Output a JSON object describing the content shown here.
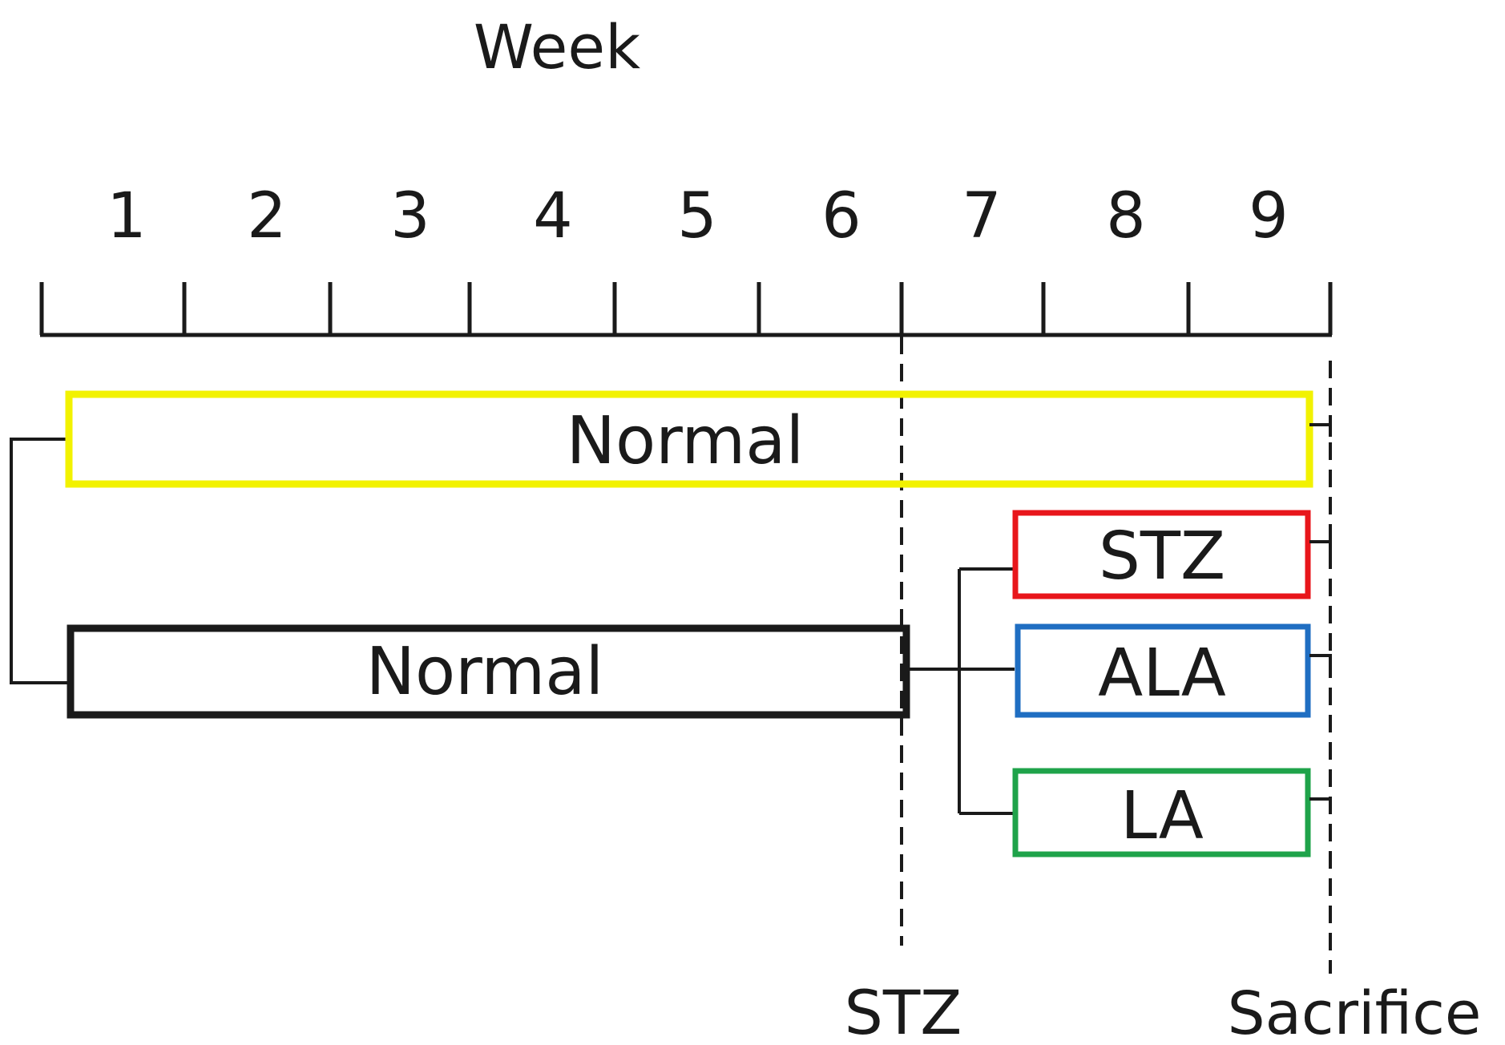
{
  "title": "Week",
  "weeks": [
    "1",
    "2",
    "3",
    "4",
    "5",
    "6",
    "7",
    "8",
    "9"
  ],
  "groups": {
    "normal_full": {
      "label": "Normal",
      "color": "#f2f200"
    },
    "normal_induction": {
      "label": "Normal",
      "color": "#1a1a1a"
    },
    "stz": {
      "label": "STZ",
      "color": "#e8161b"
    },
    "ala": {
      "label": "ALA",
      "color": "#1f6ec2"
    },
    "la": {
      "label": "LA",
      "color": "#1fa34a"
    }
  },
  "markers": {
    "stz": "STZ",
    "sacrifice": "Sacrifice"
  }
}
